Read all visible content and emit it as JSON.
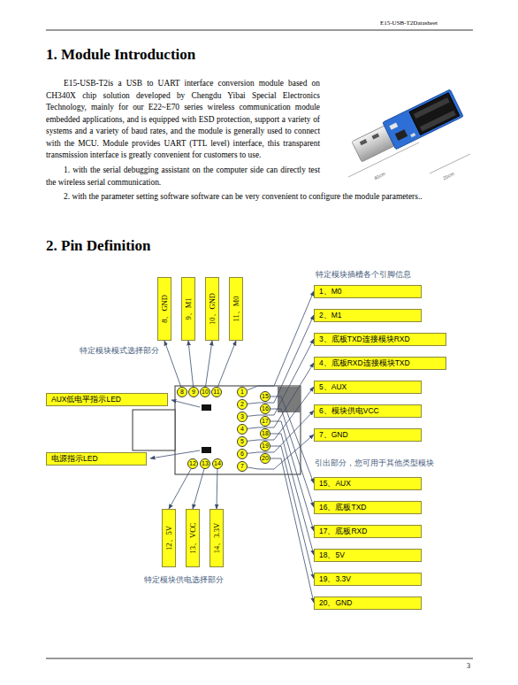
{
  "diagram": {
    "title": "2. Pin Definition",
    "nodes": [
      {
        "text": [
          "8、GND"
        ]
      },
      {
        "text": [
          "9、M1"
        ]
      },
      {
        "text": [
          "10、GND"
        ]
      },
      {
        "text": [
          "11、M0"
        ]
      },
      {
        "text": [
          "1、M0"
        ]
      },
      {
        "text": [
          "2、M1"
        ]
      },
      {
        "text": [
          "3、底板TXD连接模块RXD"
        ]
      },
      {
        "text": [
          "4、底板RXD连接模块TXD"
        ]
      },
      {
        "text": [
          "5、AUX"
        ]
      },
      {
        "text": [
          "6、模块供电VCC"
        ]
      },
      {
        "text": [
          "7、GND"
        ]
      },
      {
        "text": [
          "AUX低电平指示LED"
        ]
      },
      {
        "text": [
          "电源指示LED"
        ]
      },
      {
        "text": [
          "8"
        ]
      },
      {
        "text": [
          "9"
        ]
      },
      {
        "text": [
          "10"
        ]
      },
      {
        "text": [
          "11"
        ]
      },
      {
        "text": [
          "1"
        ]
      },
      {
        "text": [
          "2"
        ]
      },
      {
        "text": [
          "3"
        ]
      },
      {
        "text": [
          "4"
        ]
      },
      {
        "text": [
          "5"
        ]
      },
      {
        "text": [
          "6"
        ]
      },
      {
        "text": [
          "7"
        ]
      },
      {
        "text": [
          "15"
        ]
      },
      {
        "text": [
          "16"
        ]
      },
      {
        "text": [
          "17"
        ]
      },
      {
        "text": [
          "18"
        ]
      },
      {
        "text": [
          "19"
        ]
      },
      {
        "text": [
          "20"
        ]
      },
      {
        "text": [
          "12"
        ]
      },
      {
        "text": [
          "13"
        ]
      },
      {
        "text": [
          "14"
        ]
      },
      {
        "text": [
          "15、AUX"
        ]
      },
      {
        "text": [
          "16、底板TXD"
        ]
      },
      {
        "text": [
          "17、底板RXD"
        ]
      },
      {
        "text": [
          "18、5V"
        ]
      },
      {
        "text": [
          "19、3.3V"
        ]
      },
      {
        "text": [
          "20、GND"
        ]
      },
      {
        "text": [
          "12、5V"
        ]
      },
      {
        "text": [
          "13、VCC"
        ]
      },
      {
        "text": [
          "14、3.3V"
        ]
      }
    ],
    "edges": [
      {
        "from": 13,
        "to": 0,
        "arrow": "to"
      },
      {
        "from": 14,
        "to": 1,
        "arrow": "to"
      },
      {
        "from": 15,
        "to": 2,
        "arrow": "to"
      },
      {
        "from": 16,
        "to": 3,
        "arrow": "to"
      },
      {
        "from": 17,
        "to": 4,
        "arrow": "to"
      },
      {
        "from": 18,
        "to": 5,
        "arrow": "to"
      },
      {
        "from": 19,
        "to": 6,
        "arrow": "to"
      },
      {
        "from": 20,
        "to": 7,
        "arrow": "to"
      },
      {
        "from": 21,
        "to": 8,
        "arrow": "to"
      },
      {
        "from": 22,
        "to": 9,
        "arrow": "to"
      },
      {
        "from": 23,
        "to": 10,
        "arrow": "to"
      },
      {
        "from": 24,
        "to": 33,
        "arrow": "to"
      },
      {
        "from": 25,
        "to": 34,
        "arrow": "to"
      },
      {
        "from": 26,
        "to": 35,
        "arrow": "to"
      },
      {
        "from": 27,
        "to": 36,
        "arrow": "to"
      },
      {
        "from": 28,
        "to": 37,
        "arrow": "to"
      },
      {
        "from": 29,
        "to": 38,
        "arrow": "to"
      },
      {
        "from": 30,
        "to": 39,
        "arrow": "to"
      },
      {
        "from": 31,
        "to": 40,
        "arrow": "to"
      },
      {
        "from": 32,
        "to": 41,
        "arrow": "to"
      }
    ],
    "labels": [
      "E15-USB-T2Datasheet",
      "1. Module Introduction",
      "E15-USB-T2is a USB to UART interface conversion module based on CH340X chip solution developed by Chengdu Yibai Special Electronics Technology, mainly for our E22~E70 series wireless communication module embedded applications, and is equipped with ESD protection, support a variety of systems and a variety of baud rates, and the module is generally used to connect with the MCU. Module provides UART (TTL level) interface, this transparent transmission interface is greatly convenient for customers to use.",
      "1. with the serial debugging assistant on the computer side can directly test the wireless serial communication.",
      "2. with the parameter setting software software can be very convenient to configure the module parameters..",
      "40cm",
      "20cm",
      "特定模块插槽各个引脚信息",
      "特定模块模式选择部分",
      "引出部分，您可用于其他类型模块",
      "特定模块供电选择部分",
      "3"
    ]
  }
}
